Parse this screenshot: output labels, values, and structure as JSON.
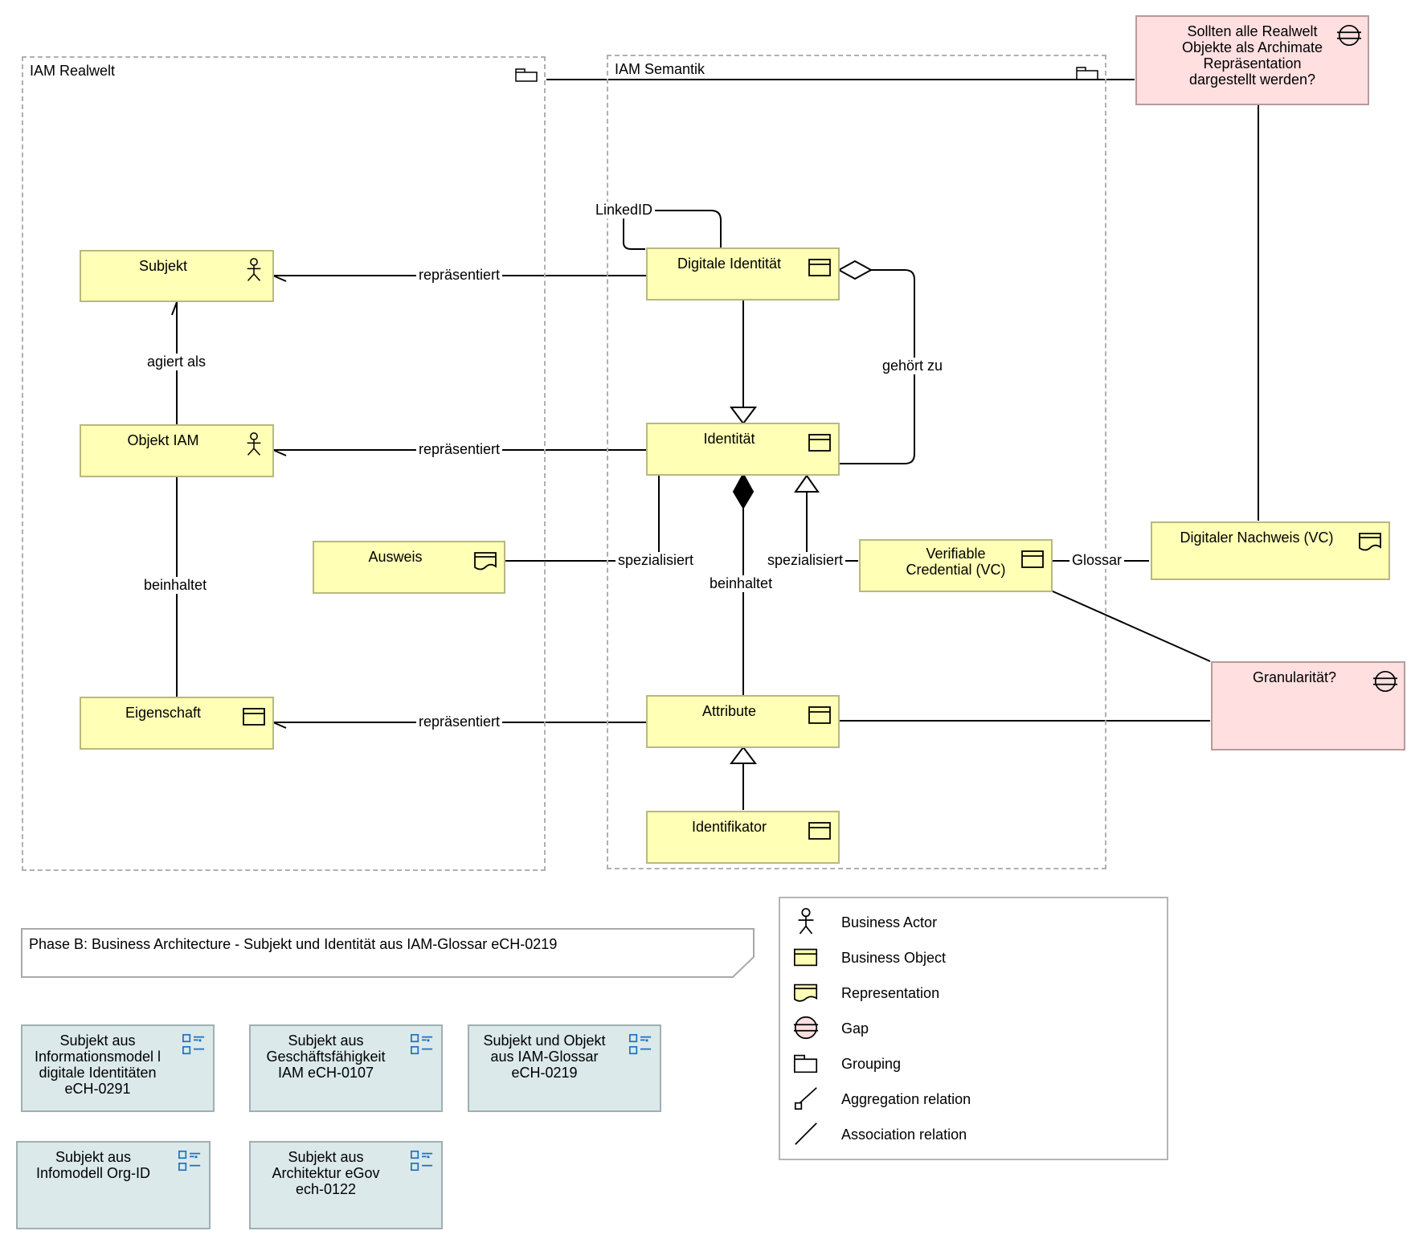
{
  "groups": {
    "realwelt": {
      "label": "IAM Realwelt",
      "icon": "grouping-icon"
    },
    "semantik": {
      "label": "IAM Semantik",
      "icon": "grouping-icon"
    }
  },
  "elements": {
    "subjekt": {
      "label": "Subjekt",
      "icon": "business-actor-icon"
    },
    "objekt_iam": {
      "label": "Objekt IAM",
      "icon": "business-actor-icon"
    },
    "eigenschaft": {
      "label": "Eigenschaft",
      "icon": "business-object-icon"
    },
    "ausweis": {
      "label": "Ausweis",
      "icon": "representation-icon"
    },
    "digitale_identitaet": {
      "label": "Digitale Identität",
      "icon": "business-object-icon"
    },
    "identitaet": {
      "label": "Identität",
      "icon": "business-object-icon"
    },
    "attribute": {
      "label": "Attribute",
      "icon": "business-object-icon"
    },
    "identifikator": {
      "label": "Identifikator",
      "icon": "business-object-icon"
    },
    "verifiable_credential": {
      "label": "Verifiable Credential (VC)",
      "icon": "business-object-icon"
    },
    "digitaler_nachweis": {
      "label": "Digitaler Nachweis (VC)",
      "icon": "representation-icon"
    },
    "gap_realwelt": {
      "label": "Sollten alle Realwelt Objekte als Archimate Repräsentation dargestellt werden?",
      "icon": "gap-icon"
    },
    "gap_granularitaet": {
      "label": "Granularität?",
      "icon": "gap-icon"
    }
  },
  "relations": {
    "linkedid": "LinkedID",
    "repraesentiert_1": "repräsentiert",
    "repraesentiert_2": "repräsentiert",
    "repraesentiert_3": "repräsentiert",
    "agiert_als": "agiert als",
    "beinhaltet_left": "beinhaltet",
    "gehoert_zu": "gehört zu",
    "spezialisiert_ausweis": "spezialisiert",
    "spezialisiert_vc": "spezialisiert",
    "beinhaltet_mid": "beinhaltet",
    "glossar": "Glossar"
  },
  "caption": "Phase B: Business Architecture - Subjekt und Identität aus IAM-Glossar eCH-0219",
  "notes": [
    {
      "label": "Subjekt aus Informationsmodel l digitale Identitäten eCH-0291",
      "icon": "viewpoint-icon"
    },
    {
      "label": "Subjekt aus Geschäftsfähigkeit IAM eCH-0107",
      "icon": "viewpoint-icon"
    },
    {
      "label": "Subjekt und Objekt aus IAM-Glossar eCH-0219",
      "icon": "viewpoint-icon"
    },
    {
      "label": "Subjekt aus Infomodell Org-ID",
      "icon": "viewpoint-icon"
    },
    {
      "label": "Subjekt aus Architektur eGov ech-0122",
      "icon": "viewpoint-icon"
    }
  ],
  "legend": [
    {
      "label": "Business Actor",
      "icon": "business-actor-icon"
    },
    {
      "label": "Business Object",
      "icon": "business-object-icon"
    },
    {
      "label": "Representation",
      "icon": "representation-icon"
    },
    {
      "label": "Gap",
      "icon": "gap-icon"
    },
    {
      "label": "Grouping",
      "icon": "grouping-icon"
    },
    {
      "label": "Aggregation relation",
      "icon": "aggregation-relation-icon"
    },
    {
      "label": "Association relation",
      "icon": "association-relation-icon"
    }
  ],
  "colors": {
    "business": "#ffffb5",
    "gap": "#ffdfe0",
    "note": "#dbe9ea",
    "icon_blue": "#1f6fbf"
  }
}
